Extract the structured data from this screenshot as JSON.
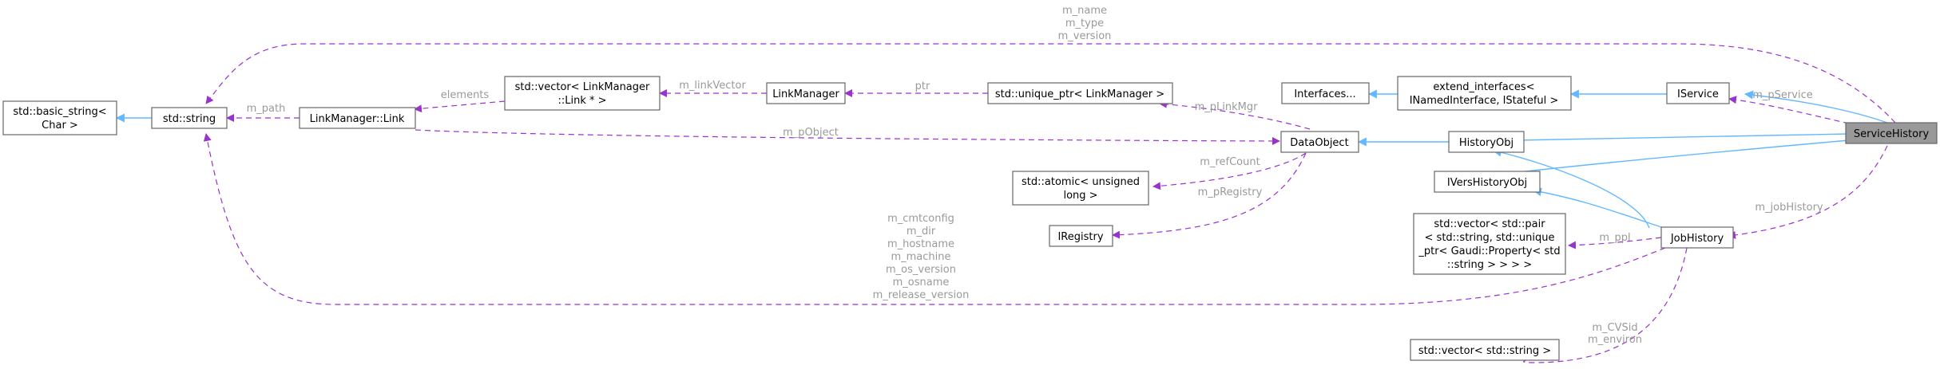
{
  "nodes": {
    "basic_string": [
      "std::basic_string<",
      "Char >"
    ],
    "string": [
      "std::string"
    ],
    "link": [
      "LinkManager::Link"
    ],
    "vector_link": [
      "std::vector< LinkManager",
      "::Link * >"
    ],
    "linkmanager": [
      "LinkManager"
    ],
    "unique_ptr": [
      "std::unique_ptr< LinkManager >"
    ],
    "interfaces": [
      "Interfaces..."
    ],
    "extend_interfaces": [
      "extend_interfaces<",
      "INamedInterface, IStateful >"
    ],
    "iservice": [
      "IService"
    ],
    "servicehistory": [
      "ServiceHistory"
    ],
    "dataobject": [
      "DataObject"
    ],
    "historyobj": [
      "HistoryObj"
    ],
    "iversionhistoryobj": [
      "IVersHistoryObj"
    ],
    "atomic": [
      "std::atomic< unsigned",
      "long >"
    ],
    "iregistry": [
      "IRegistry"
    ],
    "vector_pair": [
      "std::vector< std::pair",
      "< std::string, std::unique",
      "_ptr< Gaudi::Property< std",
      "::string > > > >"
    ],
    "jobhistory": [
      "JobHistory"
    ],
    "vector_string": [
      "std::vector< std::string >"
    ]
  },
  "edge_labels": {
    "name_type_version": [
      "m_name",
      "m_type",
      "m_version"
    ],
    "path": [
      "m_path"
    ],
    "elements": [
      "elements"
    ],
    "linkvector": [
      "m_linkVector"
    ],
    "ptr": [
      "ptr"
    ],
    "plinkmgr": [
      "m_pLinkMgr"
    ],
    "pobject": [
      "m_pObject"
    ],
    "refcount": [
      "m_refCount"
    ],
    "pregistry": [
      "m_pRegistry"
    ],
    "pservice": [
      "m_pService"
    ],
    "jobhistory": [
      "m_jobHistory"
    ],
    "ppl": [
      "m_ppl"
    ],
    "cvs_environ": [
      "m_CVSid",
      "m_environ"
    ],
    "cmt": [
      "m_cmtconfig",
      "m_dir",
      "m_hostname",
      "m_machine",
      "m_os_version",
      "m_osname",
      "m_release_version"
    ]
  },
  "colors": {
    "inheritance": "#63b8ff",
    "usage": "#9a32cd",
    "label": "#9a9a9a",
    "focus_fill": "#999999"
  }
}
